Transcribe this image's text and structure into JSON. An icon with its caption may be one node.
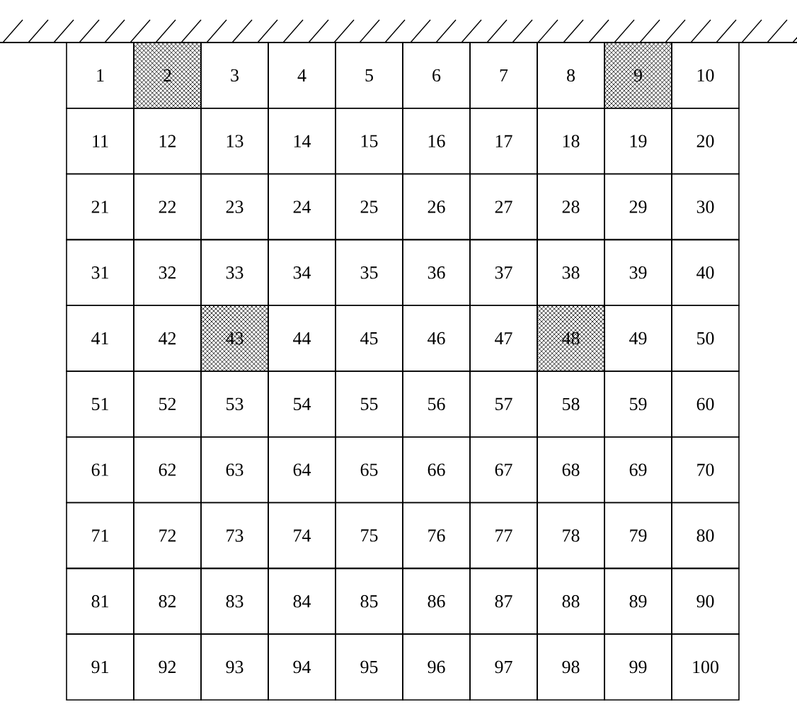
{
  "diagram": {
    "nodes": [
      {
        "text": [
          "1"
        ]
      },
      {
        "text": [
          "2"
        ]
      },
      {
        "text": [
          "3"
        ]
      },
      {
        "text": [
          "4"
        ]
      },
      {
        "text": [
          "5"
        ]
      },
      {
        "text": [
          "6"
        ]
      },
      {
        "text": [
          "7"
        ]
      },
      {
        "text": [
          "8"
        ]
      },
      {
        "text": [
          "9"
        ]
      },
      {
        "text": [
          "10"
        ]
      },
      {
        "text": [
          "11"
        ]
      },
      {
        "text": [
          "12"
        ]
      },
      {
        "text": [
          "13"
        ]
      },
      {
        "text": [
          "14"
        ]
      },
      {
        "text": [
          "15"
        ]
      },
      {
        "text": [
          "16"
        ]
      },
      {
        "text": [
          "17"
        ]
      },
      {
        "text": [
          "18"
        ]
      },
      {
        "text": [
          "19"
        ]
      },
      {
        "text": [
          "20"
        ]
      },
      {
        "text": [
          "21"
        ]
      },
      {
        "text": [
          "22"
        ]
      },
      {
        "text": [
          "23"
        ]
      },
      {
        "text": [
          "24"
        ]
      },
      {
        "text": [
          "25"
        ]
      },
      {
        "text": [
          "26"
        ]
      },
      {
        "text": [
          "27"
        ]
      },
      {
        "text": [
          "28"
        ]
      },
      {
        "text": [
          "29"
        ]
      },
      {
        "text": [
          "30"
        ]
      },
      {
        "text": [
          "31"
        ]
      },
      {
        "text": [
          "32"
        ]
      },
      {
        "text": [
          "33"
        ]
      },
      {
        "text": [
          "34"
        ]
      },
      {
        "text": [
          "35"
        ]
      },
      {
        "text": [
          "36"
        ]
      },
      {
        "text": [
          "37"
        ]
      },
      {
        "text": [
          "38"
        ]
      },
      {
        "text": [
          "39"
        ]
      },
      {
        "text": [
          "40"
        ]
      },
      {
        "text": [
          "41"
        ]
      },
      {
        "text": [
          "42"
        ]
      },
      {
        "text": [
          "43"
        ]
      },
      {
        "text": [
          "44"
        ]
      },
      {
        "text": [
          "45"
        ]
      },
      {
        "text": [
          "46"
        ]
      },
      {
        "text": [
          "47"
        ]
      },
      {
        "text": [
          "48"
        ]
      },
      {
        "text": [
          "49"
        ]
      },
      {
        "text": [
          "50"
        ]
      },
      {
        "text": [
          "51"
        ]
      },
      {
        "text": [
          "52"
        ]
      },
      {
        "text": [
          "53"
        ]
      },
      {
        "text": [
          "54"
        ]
      },
      {
        "text": [
          "55"
        ]
      },
      {
        "text": [
          "56"
        ]
      },
      {
        "text": [
          "57"
        ]
      },
      {
        "text": [
          "58"
        ]
      },
      {
        "text": [
          "59"
        ]
      },
      {
        "text": [
          "60"
        ]
      },
      {
        "text": [
          "61"
        ]
      },
      {
        "text": [
          "62"
        ]
      },
      {
        "text": [
          "63"
        ]
      },
      {
        "text": [
          "64"
        ]
      },
      {
        "text": [
          "65"
        ]
      },
      {
        "text": [
          "66"
        ]
      },
      {
        "text": [
          "67"
        ]
      },
      {
        "text": [
          "68"
        ]
      },
      {
        "text": [
          "69"
        ]
      },
      {
        "text": [
          "70"
        ]
      },
      {
        "text": [
          "71"
        ]
      },
      {
        "text": [
          "72"
        ]
      },
      {
        "text": [
          "73"
        ]
      },
      {
        "text": [
          "74"
        ]
      },
      {
        "text": [
          "75"
        ]
      },
      {
        "text": [
          "76"
        ]
      },
      {
        "text": [
          "77"
        ]
      },
      {
        "text": [
          "78"
        ]
      },
      {
        "text": [
          "79"
        ]
      },
      {
        "text": [
          "80"
        ]
      },
      {
        "text": [
          "81"
        ]
      },
      {
        "text": [
          "82"
        ]
      },
      {
        "text": [
          "83"
        ]
      },
      {
        "text": [
          "84"
        ]
      },
      {
        "text": [
          "85"
        ]
      },
      {
        "text": [
          "86"
        ]
      },
      {
        "text": [
          "87"
        ]
      },
      {
        "text": [
          "88"
        ]
      },
      {
        "text": [
          "89"
        ]
      },
      {
        "text": [
          "90"
        ]
      },
      {
        "text": [
          "91"
        ]
      },
      {
        "text": [
          "92"
        ]
      },
      {
        "text": [
          "93"
        ]
      },
      {
        "text": [
          "94"
        ]
      },
      {
        "text": [
          "95"
        ]
      },
      {
        "text": [
          "96"
        ]
      },
      {
        "text": [
          "97"
        ]
      },
      {
        "text": [
          "98"
        ]
      },
      {
        "text": [
          "99"
        ]
      },
      {
        "text": [
          "100"
        ]
      }
    ]
  }
}
